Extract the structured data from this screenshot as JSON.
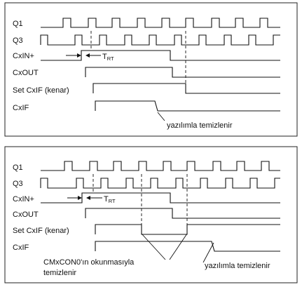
{
  "panel1": {
    "signals": [
      "Q1",
      "Q3",
      "CxIN+",
      "CxOUT",
      "Set CxIF (kenar)",
      "CxIF"
    ],
    "trt_label": "T",
    "trt_sub": "RT",
    "note": "yazılımla temizlenir"
  },
  "panel2": {
    "signals": [
      "Q1",
      "Q3",
      "CxIN+",
      "CxOUT",
      "Set CxIF (kenar)",
      "CxIF"
    ],
    "trt_label": "T",
    "trt_sub": "RT",
    "note_left_1": "CMxCON0'ın okunmasıyla",
    "note_left_2": "temizlenir",
    "note_right": "yazılımla temizlenir"
  }
}
